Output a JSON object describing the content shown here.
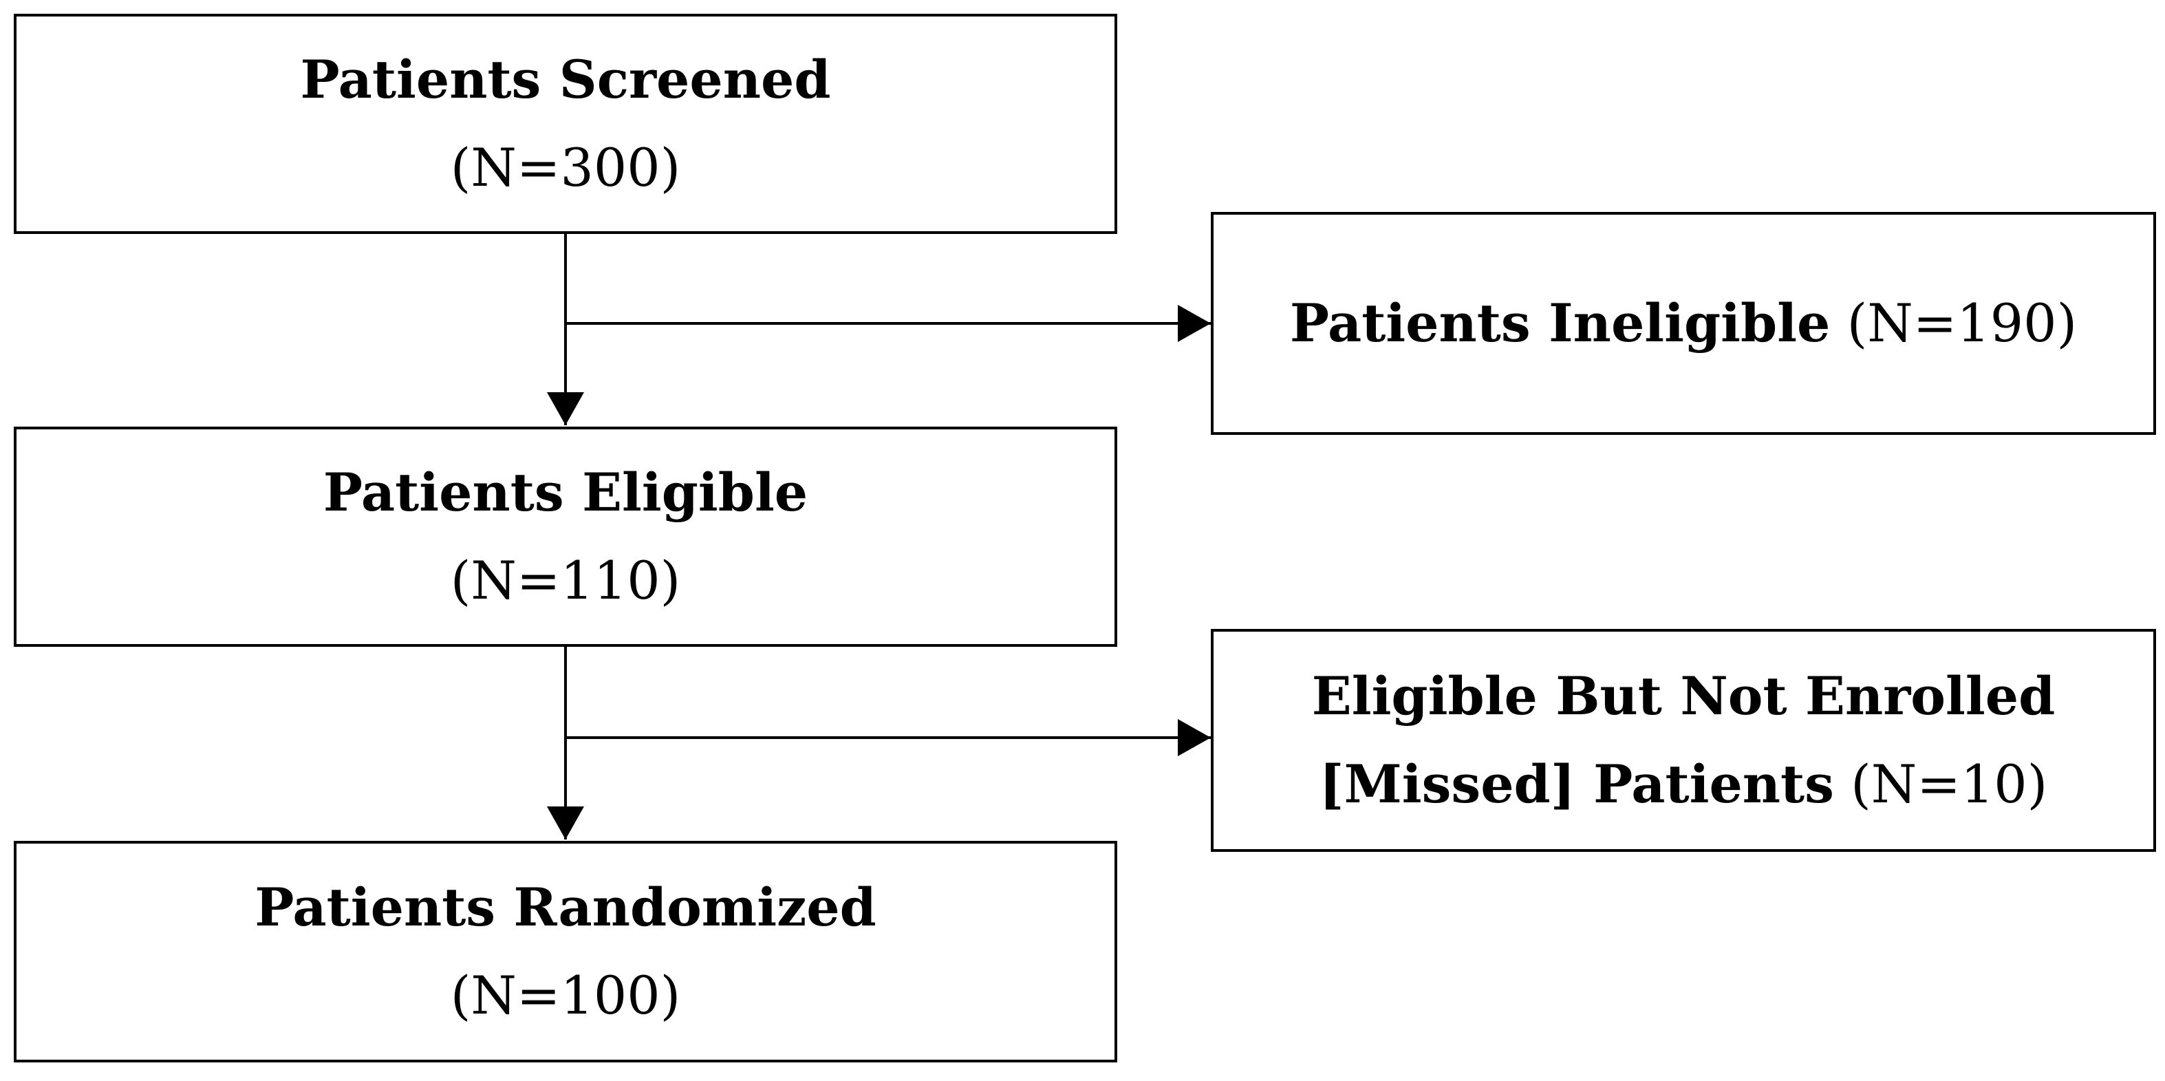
{
  "boxes": {
    "screened": {
      "title": "Patients Screened",
      "count": "(N=300)"
    },
    "eligible": {
      "title": "Patients Eligible",
      "count": "(N=110)"
    },
    "randomized": {
      "title": "Patients Randomized",
      "count": "(N=100)"
    },
    "ineligible": {
      "title": "Patients Ineligible",
      "count": "(N=190)"
    },
    "missed": {
      "line1": "Eligible But Not Enrolled",
      "line2_bold": "[Missed] Patients",
      "count": "(N=10)"
    }
  }
}
